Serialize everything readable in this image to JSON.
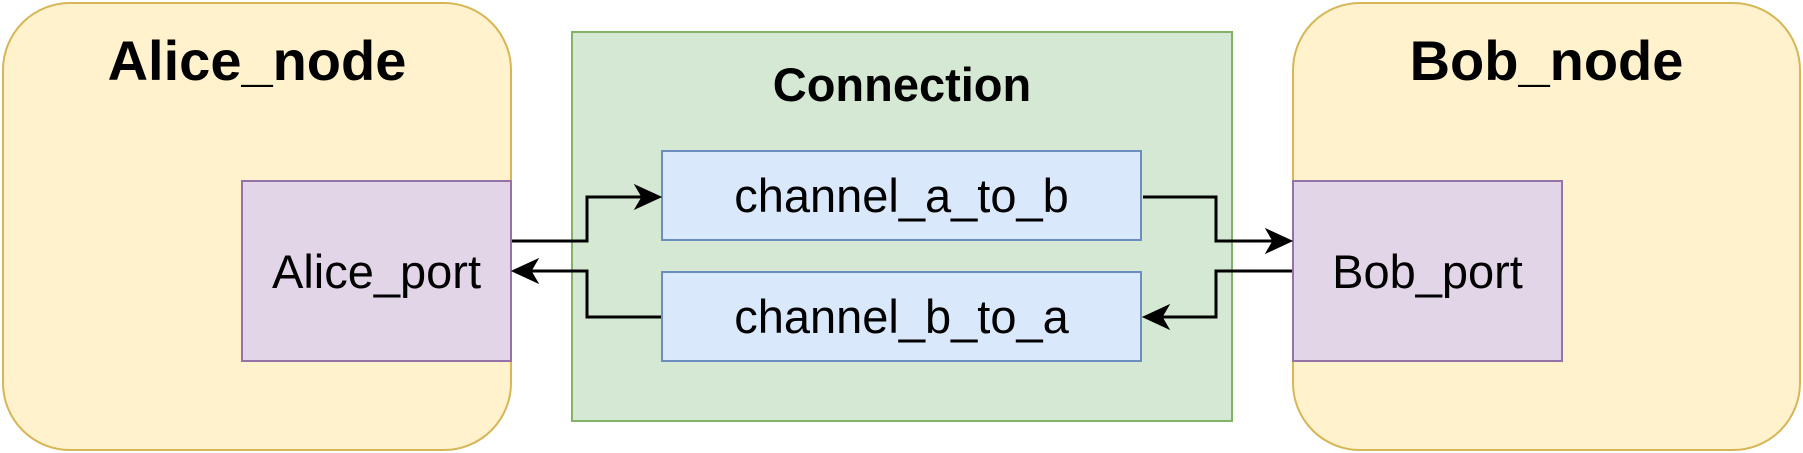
{
  "alice_node": {
    "title": "Alice_node"
  },
  "bob_node": {
    "title": "Bob_node"
  },
  "connection": {
    "title": "Connection"
  },
  "alice_port": {
    "label": "Alice_port"
  },
  "bob_port": {
    "label": "Bob_port"
  },
  "channels": [
    {
      "label": "channel_a_to_b"
    },
    {
      "label": "channel_b_to_a"
    }
  ],
  "colors": {
    "node_fill": "#fff2cc",
    "node_stroke": "#d6b656",
    "connection_fill": "#d5e8d4",
    "connection_stroke": "#82b366",
    "port_fill": "#e1d5e7",
    "port_stroke": "#9673a6",
    "channel_fill": "#dae8fc",
    "channel_stroke": "#6c8ebf",
    "edge": "#000000"
  }
}
